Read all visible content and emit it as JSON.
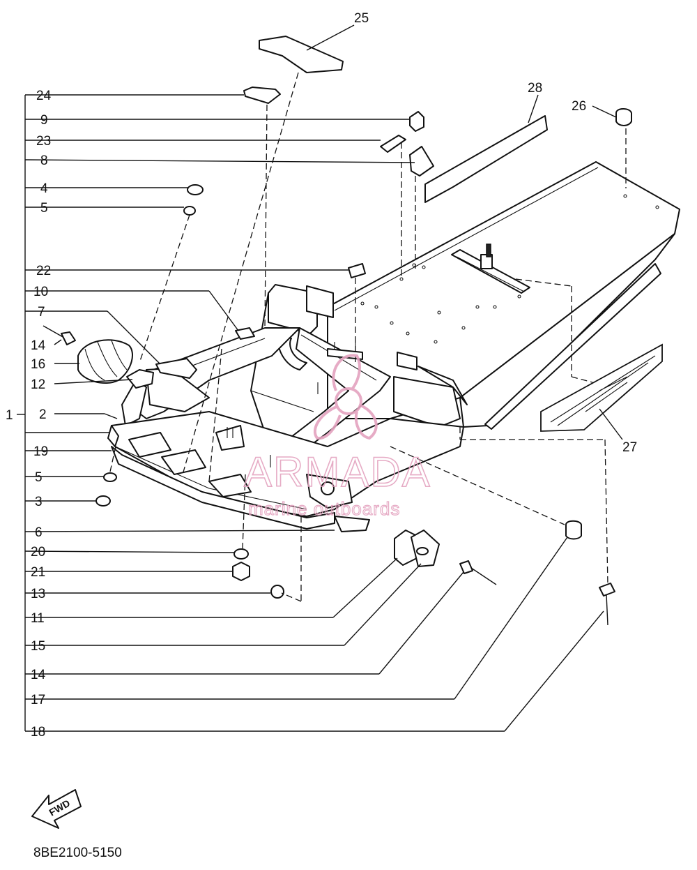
{
  "callouts": {
    "c1": "1",
    "c2": "2",
    "c3": "3",
    "c4": "4",
    "c5a": "5",
    "c5b": "5",
    "c6": "6",
    "c7": "7",
    "c8": "8",
    "c9": "9",
    "c10": "10",
    "c11": "11",
    "c12": "12",
    "c13": "13",
    "c14a": "14",
    "c14b": "14",
    "c15": "15",
    "c16": "16",
    "c17": "17",
    "c18": "18",
    "c19": "19",
    "c20": "20",
    "c21": "21",
    "c22": "22",
    "c23": "23",
    "c24": "24",
    "c25": "25",
    "c26": "26",
    "c27": "27",
    "c28": "28"
  },
  "watermark": {
    "brand": "ARMADA",
    "tagline": "marine outboards",
    "color": "#e4a3bf"
  },
  "fwd_label": "FWD",
  "diagram_code": "8BE2100-5150"
}
